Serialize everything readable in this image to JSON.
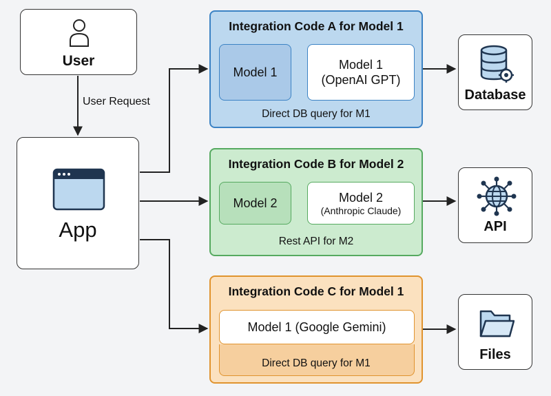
{
  "user": {
    "label": "User",
    "icon": "person-icon"
  },
  "edge_user_app": {
    "label": "User Request"
  },
  "app": {
    "label": "App",
    "icon": "browser-window-icon"
  },
  "panel_a": {
    "title": "Integration Code A for Model 1",
    "model_short": "Model 1",
    "model_line1": "Model 1",
    "model_line2": "(OpenAI GPT)",
    "footer": "Direct DB query for M1",
    "color": "#3b82c4"
  },
  "panel_b": {
    "title": "Integration Code B for Model 2",
    "model_short": "Model 2",
    "model_line1": "Model 2",
    "model_line2": "(Anthropic Claude)",
    "footer": "Rest API for M2",
    "color": "#55a95f"
  },
  "panel_c": {
    "title": "Integration Code C for Model 1",
    "model_name": "Model 1 (Google Gemini)",
    "footer": "Direct DB query for M1",
    "color": "#e0932e"
  },
  "outputs": {
    "database": {
      "label": "Database",
      "icon": "database-icon"
    },
    "api": {
      "label": "API",
      "icon": "globe-network-icon"
    },
    "files": {
      "label": "Files",
      "icon": "folder-icon"
    }
  }
}
